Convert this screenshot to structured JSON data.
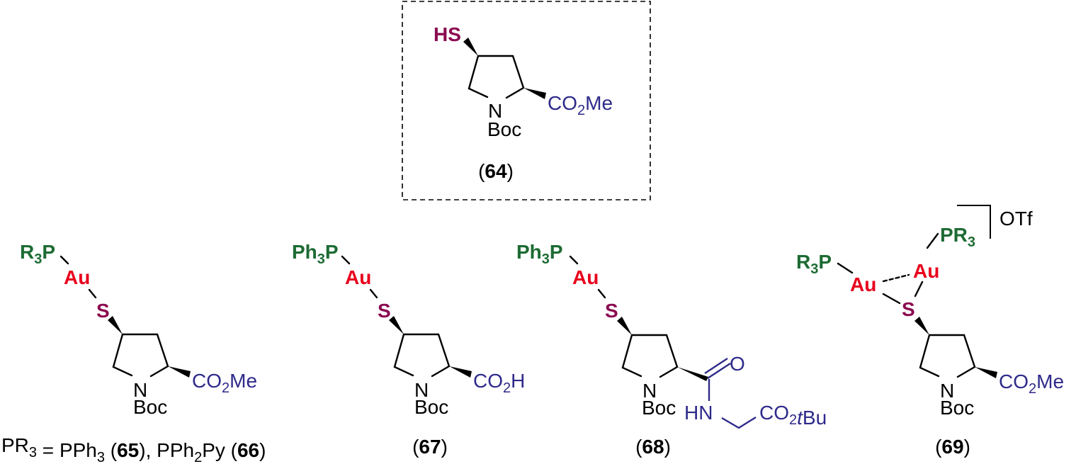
{
  "colors": {
    "phosphine": "#1d6b33",
    "gold": "#e8001c",
    "sulfur": "#8b0a50",
    "ester": "#2e2a8a"
  },
  "compound_64": {
    "thiol": "HS",
    "ester": "CO2Me",
    "protecting_group": "Boc",
    "nitrogen": "N",
    "number": "64"
  },
  "compound_65_66": {
    "phosphine": "R3P",
    "gold": "Au",
    "sulfur": "S",
    "ester": "CO2Me",
    "protecting_group": "Boc",
    "nitrogen": "N",
    "caption": {
      "pr3": "PR3",
      "eq": " = PPh3 (",
      "num1": "65",
      "mid": "), PPh2Py (",
      "num2": "66",
      "end": ")"
    }
  },
  "compound_67": {
    "phosphine": "Ph3P",
    "gold": "Au",
    "sulfur": "S",
    "acid": "CO2H",
    "protecting_group": "Boc",
    "nitrogen": "N",
    "number": "67"
  },
  "compound_68": {
    "phosphine": "Ph3P",
    "gold": "Au",
    "sulfur": "S",
    "carbonyl_o": "O",
    "amide_nh": "HN",
    "ester": "CO2tBu",
    "protecting_group": "Boc",
    "nitrogen": "N",
    "number": "68"
  },
  "compound_69": {
    "phosphine_left": "R3P",
    "phosphine_right": "PR3",
    "gold_left": "Au",
    "gold_right": "Au",
    "sulfur": "S",
    "counterion": "OTf",
    "ester": "CO2Me",
    "protecting_group": "Boc",
    "nitrogen": "N",
    "number": "69"
  }
}
